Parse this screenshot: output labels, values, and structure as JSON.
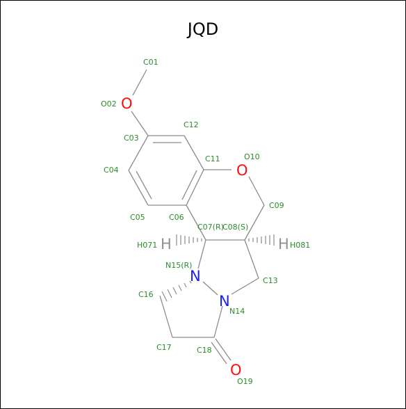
{
  "title": "JQD",
  "colors": {
    "label": "#2a8a2a",
    "oxygen": "#ff0d0d",
    "nitrogen": "#1a1aff",
    "hydrogen": "#909090",
    "bond": "#8a8a8a",
    "title": "#000000"
  },
  "elements": {
    "o02": "O",
    "o10": "O",
    "o19": "O",
    "n14": "N",
    "n15": "N",
    "h071": "H",
    "h081": "H"
  },
  "labels": {
    "c01": "C01",
    "o02": "O02",
    "c03": "C03",
    "c04": "C04",
    "c05": "C05",
    "c06": "C06",
    "c07": "C07(R)",
    "c08": "C08(S)",
    "c09": "C09",
    "o10": "O10",
    "c11": "C11",
    "c12": "C12",
    "c13": "C13",
    "n14": "N14",
    "n15": "N15(R)",
    "c16": "C16",
    "c17": "C17",
    "c18": "C18",
    "o19": "O19",
    "h071": "H071",
    "h081": "H081"
  }
}
